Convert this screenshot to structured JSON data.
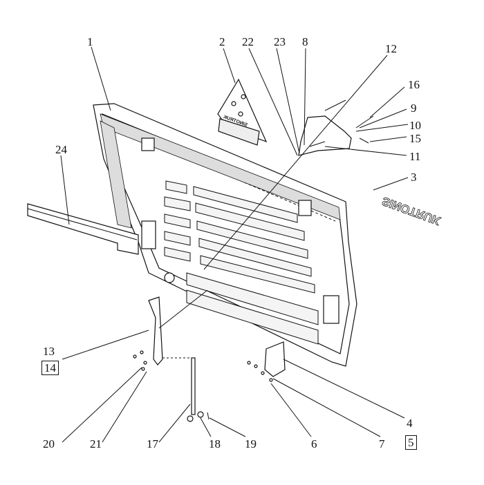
{
  "diagram": {
    "title_text": "SINOTRUK",
    "emblem_text": "SINOTRUK",
    "callouts": {
      "c1": "1",
      "c2": "2",
      "c22": "22",
      "c23": "23",
      "c8": "8",
      "c12": "12",
      "c16": "16",
      "c9": "9",
      "c10": "10",
      "c15": "15",
      "c11": "11",
      "c3": "3",
      "c24": "24",
      "c13": "13",
      "c14": "14",
      "c20": "20",
      "c21": "21",
      "c17": "17",
      "c18": "18",
      "c19": "19",
      "c6": "6",
      "c7": "7",
      "c4": "4",
      "c5": "5"
    }
  }
}
